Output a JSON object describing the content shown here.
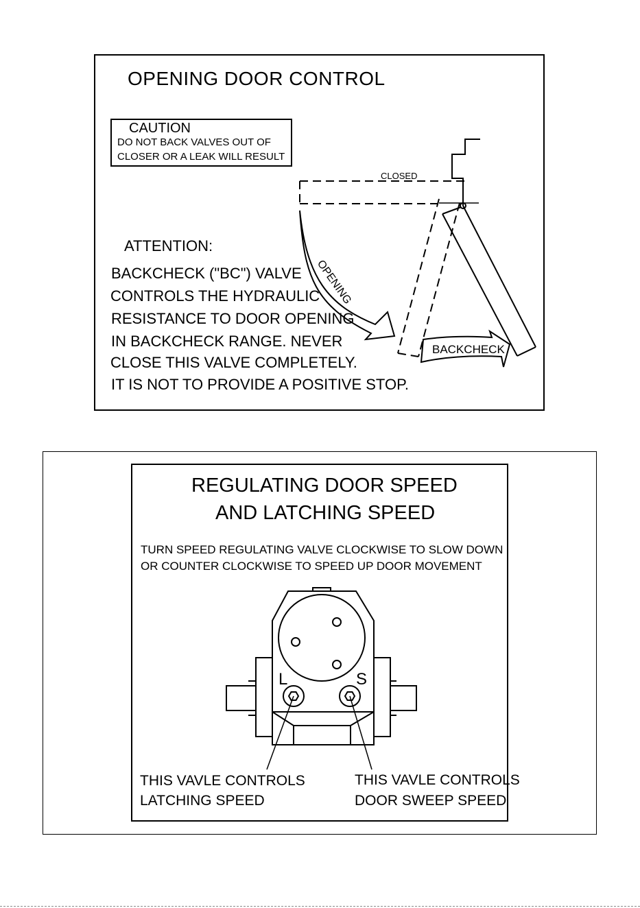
{
  "opening_panel": {
    "title": "OPENING DOOR CONTROL",
    "caution": {
      "heading": "CAUTION",
      "line1": "DO NOT BACK VALVES OUT OF",
      "line2": "CLOSER OR A LEAK WILL RESULT"
    },
    "attention": {
      "heading": "ATTENTION:",
      "lines": [
        "BACKCHECK (\"BC\") VALVE",
        "CONTROLS THE HYDRAULIC",
        "RESISTANCE TO DOOR OPENING",
        "IN BACKCHECK RANGE. NEVER",
        "CLOSE THIS VALVE COMPLETELY.",
        "IT IS NOT TO PROVIDE A POSITIVE STOP."
      ]
    },
    "diagram": {
      "closed_label": "CLOSED",
      "opening_label": "OPENING",
      "backcheck_label": "BACKCHECK"
    }
  },
  "speed_panel": {
    "title_line1": "REGULATING DOOR SPEED",
    "title_line2": "AND LATCHING SPEED",
    "instruction_line1": "TURN SPEED REGULATING VALVE CLOCKWISE TO SLOW DOWN",
    "instruction_line2": "OR COUNTER CLOCKWISE TO SPEED UP DOOR MOVEMENT",
    "valve_l_label": "L",
    "valve_s_label": "S",
    "callout_left_line1": "THIS VAVLE CONTROLS",
    "callout_left_line2": "LATCHING SPEED",
    "callout_right_line1": "THIS VAVLE CONTROLS",
    "callout_right_line2": "DOOR SWEEP SPEED"
  }
}
